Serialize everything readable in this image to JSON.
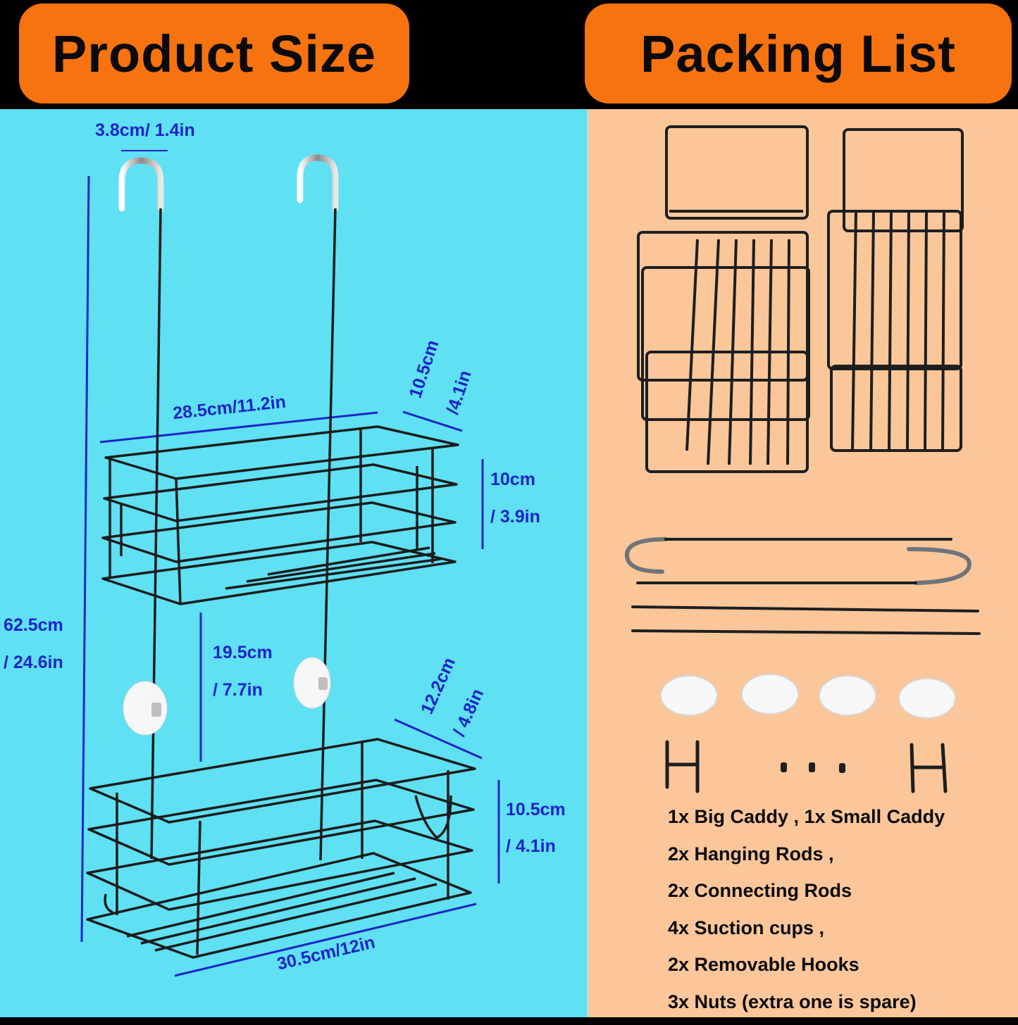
{
  "header": {
    "left_title": "Product Size",
    "right_title": "Packing List"
  },
  "colors": {
    "header_bg": "#000000",
    "title_pill": "#f7730f",
    "product_panel_bg": "#5fe0f3",
    "packing_panel_bg": "#fbc69a",
    "dimension_text": "#1a25c8",
    "wire": "#1c1c1c"
  },
  "product_size": {
    "hook_width": "3.8cm/ 1.4in",
    "total_height_cm": "62.5cm",
    "total_height_in": "/ 24.6in",
    "top_basket_length": "28.5cm/11.2in",
    "top_basket_depth_cm": "10.5cm",
    "top_basket_depth_in": "/4.1in",
    "top_basket_height_cm": "10cm",
    "top_basket_height_in": "/ 3.9in",
    "gap_between_cm": "19.5cm",
    "gap_between_in": "/ 7.7in",
    "bottom_basket_depth_cm": "12.2cm",
    "bottom_basket_depth_in": "/ 4.8in",
    "bottom_basket_height_cm": "10.5cm",
    "bottom_basket_height_in": "/ 4.1in",
    "bottom_basket_length": "30.5cm/12in"
  },
  "packing_list": {
    "items": [
      "1x Big Caddy , 1x Small Caddy",
      "2x Hanging Rods ,",
      "2x Connecting Rods",
      "4x Suction cups ,",
      "2x Removable Hooks",
      "3x Nuts (extra one is spare)"
    ]
  }
}
